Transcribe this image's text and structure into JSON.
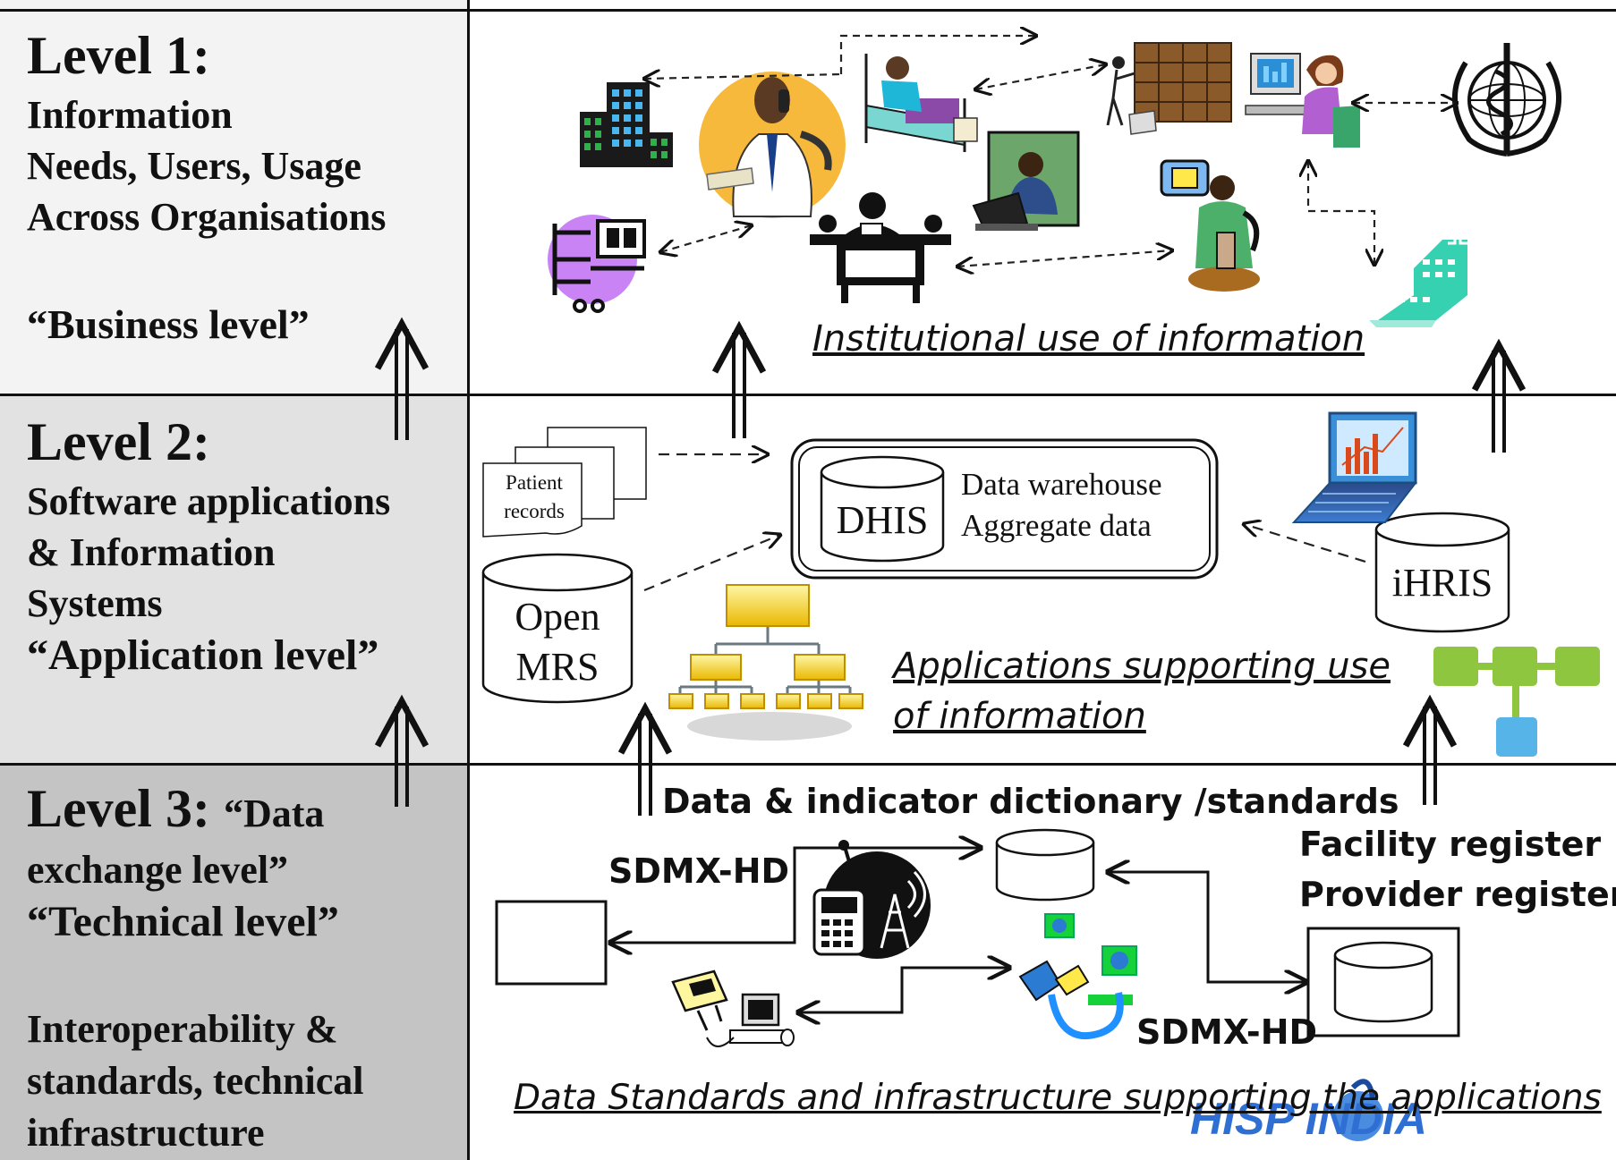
{
  "levels": {
    "level1": {
      "heading": "Level 1:",
      "lines": [
        "Information",
        "Needs, Users, Usage",
        "Across Organisations"
      ],
      "tag": "“Business level”"
    },
    "level2": {
      "heading": "Level 2:",
      "lines": [
        "Software applications",
        "& Information",
        "Systems"
      ],
      "tag": "“Application level”"
    },
    "level3": {
      "heading": "Level 3:",
      "heading_suffix": "“Data",
      "lines": [
        "exchange level”",
        "“Technical level”"
      ],
      "sub_lines": [
        "Interoperability &",
        "standards, technical",
        "infrastructure"
      ]
    }
  },
  "captions": {
    "institutional": "Institutional use of information",
    "applications_line1": "Applications supporting use",
    "applications_line2": "of information",
    "standards": "Data Standards and infrastructure supporting the applications"
  },
  "level2_items": {
    "patient_records_line1": "Patient",
    "patient_records_line2": "records",
    "openmrs_line1": "Open",
    "openmrs_line2": "MRS",
    "dhis": "DHIS",
    "warehouse_line1": "Data warehouse",
    "warehouse_line2": "Aggregate data",
    "ihris": "iHRIS"
  },
  "level3_items": {
    "dictionary": "Data & indicator dictionary /standards",
    "sdmx_left": "SDMX-HD",
    "sdmx_right": "SDMX-HD",
    "facility_register": "Facility register",
    "provider_register": "Provider register"
  },
  "logo": {
    "text": "HISP INDIA"
  },
  "icons": [
    "office-building-icon",
    "businessman-phone-icon",
    "patient-bed-icon",
    "filing-cabinet-icon",
    "computer-user-icon",
    "who-emblem-icon",
    "network-computer-icon",
    "meeting-table-icon",
    "laptop-worker-icon",
    "lab-technician-icon",
    "hospital-icon",
    "documents-icon",
    "laptop-chart-icon",
    "org-chart-icon",
    "workflow-icon",
    "satellite-phone-icon",
    "network-pcs-icon",
    "desktop-pc-icon"
  ]
}
